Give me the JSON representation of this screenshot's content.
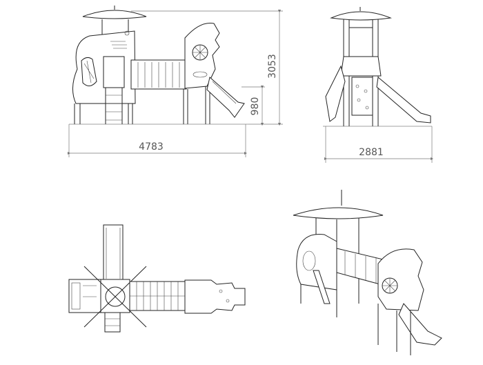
{
  "dimensions": {
    "front_width": "4783",
    "front_height": "3053",
    "platform_height": "980",
    "side_width": "2881"
  }
}
